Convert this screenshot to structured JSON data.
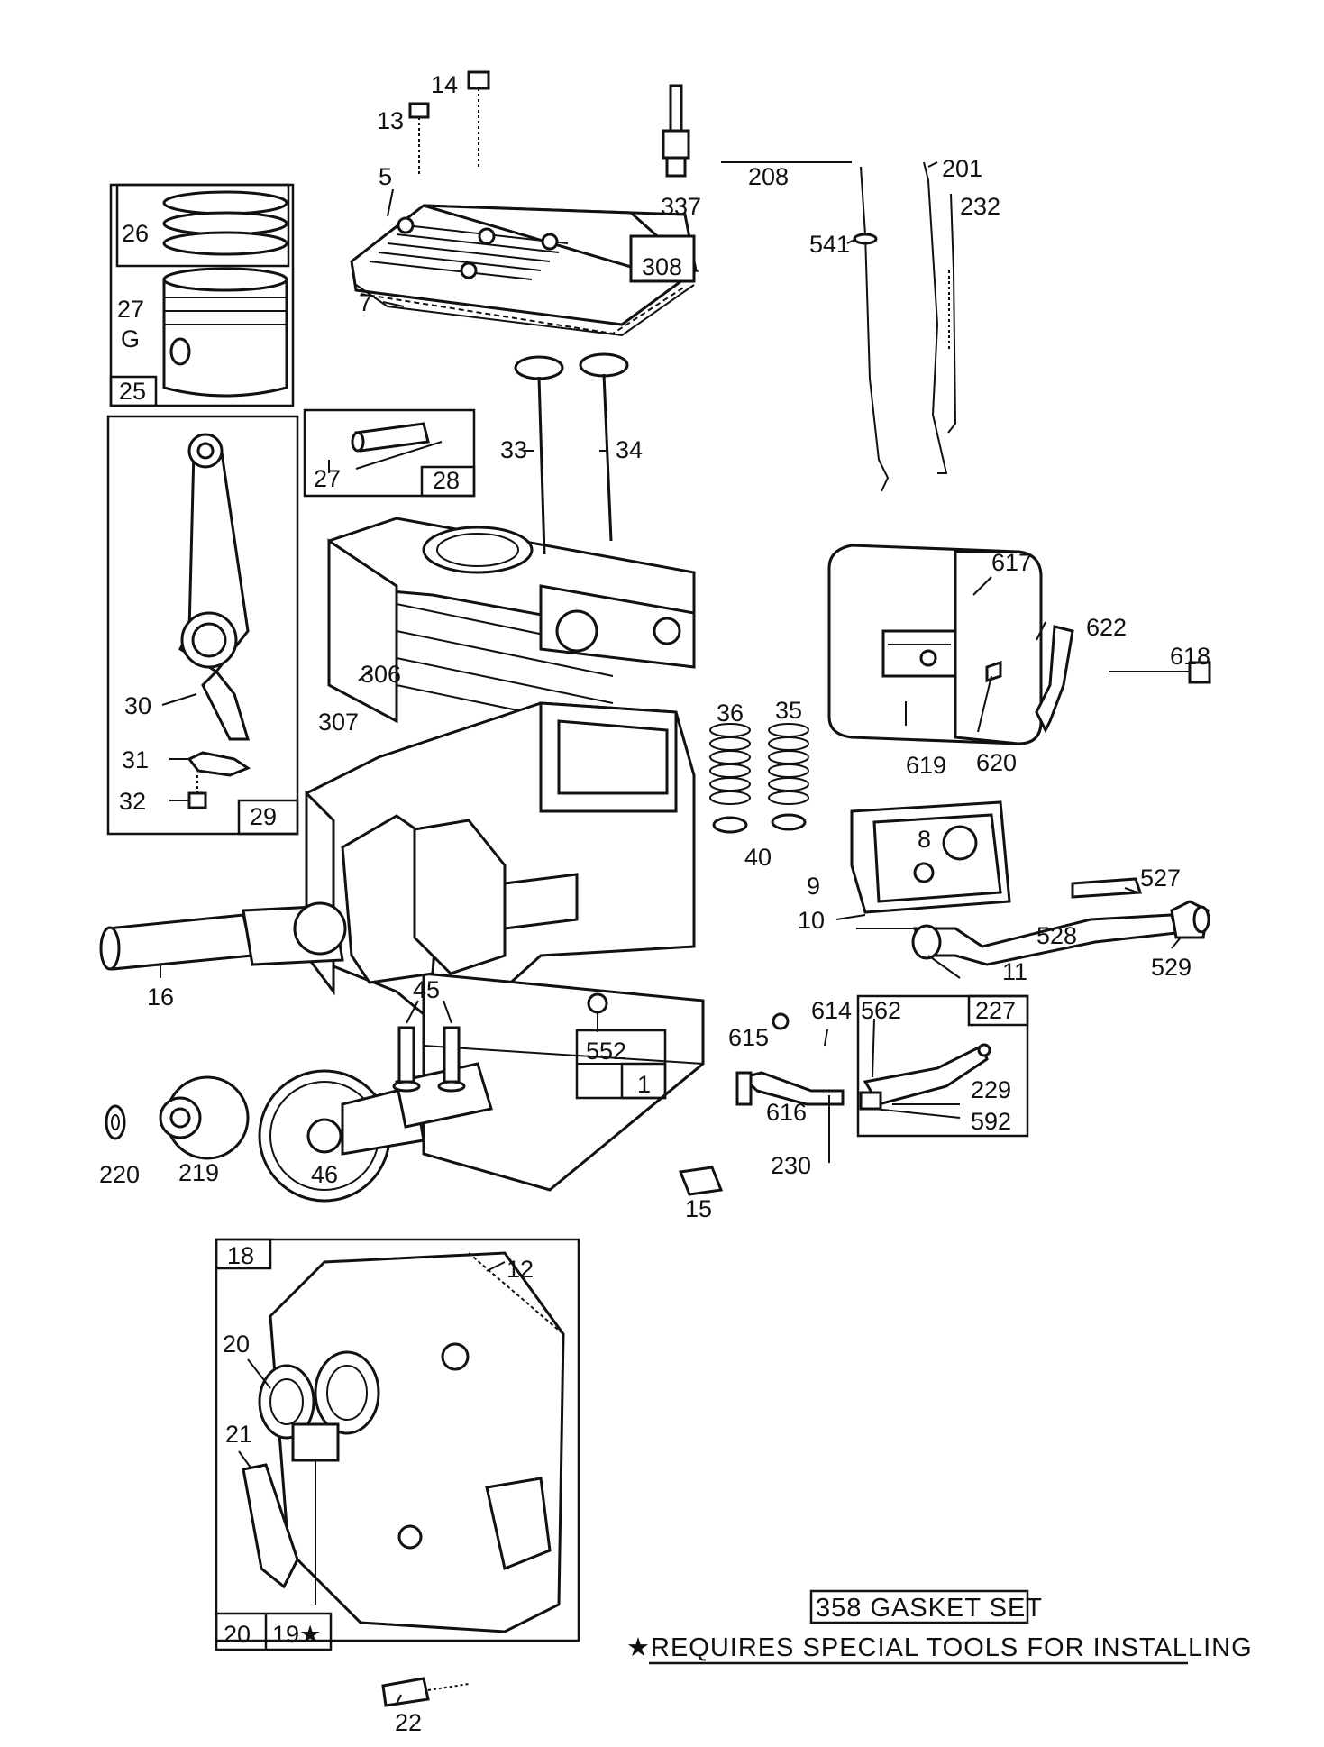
{
  "labels": {
    "l5": "5",
    "l7": "7",
    "l13": "13",
    "l14": "14",
    "l308": "308",
    "l337": "337",
    "l208": "208",
    "l201": "201",
    "l232": "232",
    "l541": "541",
    "l26": "26",
    "l27a": "27",
    "l27glyph": "G",
    "l25": "25",
    "l27b": "27",
    "l28": "28",
    "l33": "33",
    "l34": "34",
    "l30": "30",
    "l31": "31",
    "l32": "32",
    "l29": "29",
    "l306": "306",
    "l307": "307",
    "l36": "36",
    "l35": "35",
    "l40": "40",
    "l617": "617",
    "l622": "622",
    "l618": "618",
    "l619": "619",
    "l620": "620",
    "l8": "8",
    "l9": "9",
    "l10": "10",
    "l11": "11",
    "l527": "527",
    "l528": "528",
    "l529": "529",
    "l16": "16",
    "l45": "45",
    "l552": "552",
    "l1": "1",
    "l614": "614",
    "l615": "615",
    "l616": "616",
    "l562": "562",
    "l227": "227",
    "l229": "229",
    "l592": "592",
    "l230": "230",
    "l220": "220",
    "l219": "219",
    "l46": "46",
    "l15": "15",
    "l18": "18",
    "l12": "12",
    "l20a": "20",
    "l21": "21",
    "l20b": "20",
    "l19": "19★",
    "l22": "22"
  },
  "notes": {
    "gasket_set": "358 GASKET SET",
    "special_tools": "★REQUIRES SPECIAL TOOLS FOR INSTALLING"
  }
}
